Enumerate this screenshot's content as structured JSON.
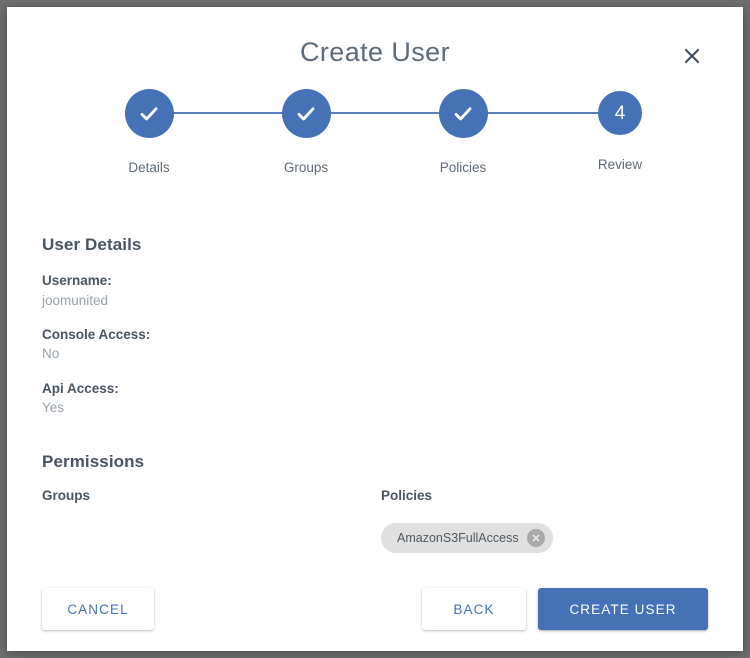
{
  "dialog": {
    "title": "Create User",
    "close_icon": "close-icon"
  },
  "stepper": {
    "steps": [
      {
        "label": "Details",
        "state": "complete",
        "marker": "check"
      },
      {
        "label": "Groups",
        "state": "complete",
        "marker": "check"
      },
      {
        "label": "Policies",
        "state": "complete",
        "marker": "check"
      },
      {
        "label": "Review",
        "state": "current",
        "marker": "4"
      }
    ],
    "active_color": "#4571b6",
    "connector_color": "#5a7ec0"
  },
  "user_details": {
    "heading": "User Details",
    "rows": [
      {
        "label": "Username:",
        "value": "joomunited"
      },
      {
        "label": "Console Access:",
        "value": "No"
      },
      {
        "label": "Api Access:",
        "value": "Yes"
      }
    ]
  },
  "permissions": {
    "heading": "Permissions",
    "groups": {
      "heading": "Groups",
      "items": []
    },
    "policies": {
      "heading": "Policies",
      "items": [
        {
          "label": "AmazonS3FullAccess",
          "remove_icon": "remove-circle-icon"
        }
      ]
    }
  },
  "footer": {
    "cancel_label": "CANCEL",
    "back_label": "BACK",
    "create_label": "CREATE USER",
    "primary_color": "#4571b6"
  }
}
